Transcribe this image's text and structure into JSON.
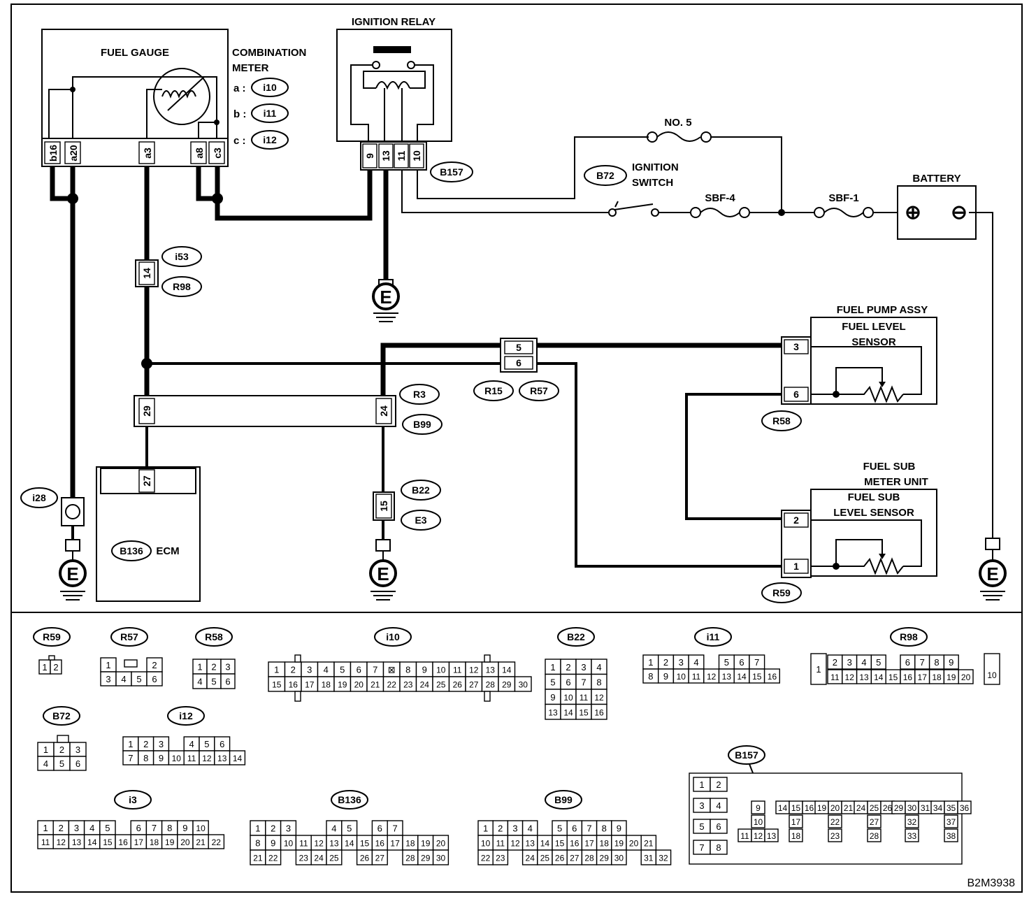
{
  "labels": {
    "fuel_gauge": "FUEL GAUGE",
    "combination_meter_1": "COMBINATION",
    "combination_meter_2": "METER",
    "ignition_relay": "IGNITION RELAY",
    "fuse_no5": "NO. 5",
    "ignition_switch_1": "IGNITION",
    "ignition_switch_2": "SWITCH",
    "sbf4": "SBF-4",
    "sbf1": "SBF-1",
    "battery": "BATTERY",
    "fuel_pump_assy": "FUEL PUMP ASSY",
    "fuel_level_sensor_1": "FUEL LEVEL",
    "fuel_level_sensor_2": "SENSOR",
    "fuel_sub_meter_1": "FUEL SUB",
    "fuel_sub_meter_2": "METER UNIT",
    "fuel_sub_level_1": "FUEL SUB",
    "fuel_sub_level_2": "LEVEL SENSOR",
    "ecm": "ECM",
    "figure_code": "B2M3938"
  },
  "meter_connectors": [
    {
      "key": "a :",
      "id": "i10"
    },
    {
      "key": "b :",
      "id": "i11"
    },
    {
      "key": "c :",
      "id": "i12"
    }
  ],
  "meter_pins": [
    "b16",
    "a20",
    "a3",
    "a8",
    "c3"
  ],
  "relay_pins": [
    "9",
    "13",
    "11",
    "10"
  ],
  "pins": {
    "i53_r98": "14",
    "r15_5": "5",
    "r15_6": "6",
    "r3_29": "29",
    "r3_24": "24",
    "ecm_27": "27",
    "b22_15": "15",
    "r58_3": "3",
    "r58_6": "6",
    "r59_2": "2",
    "r59_1": "1"
  },
  "connector_ids": {
    "b157": "B157",
    "b72": "B72",
    "i53": "i53",
    "r98": "R98",
    "r3": "R3",
    "b99": "B99",
    "r15": "R15",
    "r57": "R57",
    "r58": "R58",
    "b22": "B22",
    "e3": "E3",
    "i28": "i28",
    "b136": "B136",
    "r59": "R59"
  },
  "ground_letter": "E",
  "battery_terminals": {
    "plus": "⊕",
    "minus": "⊖"
  },
  "views": {
    "R59": [
      [
        "1",
        "2"
      ]
    ],
    "R57": [
      [
        "1",
        "",
        "",
        "2"
      ],
      [
        "3",
        "4",
        "5",
        "6"
      ]
    ],
    "R58": [
      [
        "1",
        "2",
        "3"
      ],
      [
        "4",
        "5",
        "6"
      ]
    ],
    "i10": [
      [
        "1",
        "2",
        "3",
        "4",
        "5",
        "6",
        "7",
        "⊠",
        "8",
        "9",
        "10",
        "11",
        "12",
        "13",
        "14"
      ],
      [
        "15",
        "16",
        "17",
        "18",
        "19",
        "20",
        "21",
        "22",
        "23",
        "24",
        "25",
        "26",
        "27",
        "28",
        "29",
        "30"
      ]
    ],
    "B22": [
      [
        "1",
        "2",
        "3",
        "4"
      ],
      [
        "5",
        "6",
        "7",
        "8"
      ],
      [
        "9",
        "10",
        "11",
        "12"
      ],
      [
        "13",
        "14",
        "15",
        "16"
      ]
    ],
    "i11": [
      [
        "1",
        "2",
        "3",
        "4",
        "",
        "5",
        "6",
        "7"
      ],
      [
        "8",
        "9",
        "10",
        "11",
        "12",
        "13",
        "14",
        "15",
        "16"
      ]
    ],
    "R98_left": "1",
    "R98_top": [
      "2",
      "3",
      "4",
      "5",
      "",
      "6",
      "7",
      "8",
      "9"
    ],
    "R98_bottom": [
      "11",
      "12",
      "13",
      "14",
      "15",
      "16",
      "17",
      "18",
      "19",
      "20"
    ],
    "R98_right": "10",
    "B72": [
      [
        "1",
        "2",
        "3"
      ],
      [
        "4",
        "5",
        "6"
      ]
    ],
    "i12": [
      [
        "1",
        "2",
        "3",
        "",
        "4",
        "5",
        "6"
      ],
      [
        "7",
        "8",
        "9",
        "10",
        "11",
        "12",
        "13",
        "14"
      ]
    ],
    "i3": [
      [
        "1",
        "2",
        "3",
        "4",
        "5",
        "",
        "6",
        "7",
        "8",
        "9",
        "10"
      ],
      [
        "11",
        "12",
        "13",
        "14",
        "15",
        "16",
        "17",
        "18",
        "19",
        "20",
        "21",
        "22"
      ]
    ],
    "B136": [
      [
        "1",
        "2",
        "3",
        "",
        "",
        "4",
        "5",
        "",
        "6",
        "7"
      ],
      [
        "8",
        "9",
        "10",
        "11",
        "12",
        "13",
        "14",
        "15",
        "16",
        "17",
        "18",
        "19",
        "20"
      ],
      [
        "21",
        "22",
        "",
        "23",
        "24",
        "25",
        "",
        "26",
        "27",
        "",
        "28",
        "29",
        "30"
      ]
    ],
    "B99": [
      [
        "1",
        "2",
        "3",
        "4",
        "",
        "5",
        "6",
        "7",
        "8",
        "9"
      ],
      [
        "10",
        "11",
        "12",
        "13",
        "14",
        "15",
        "16",
        "17",
        "18",
        "19",
        "20",
        "21"
      ],
      [
        "22",
        "23",
        "",
        "24",
        "25",
        "26",
        "27",
        "28",
        "29",
        "30",
        "",
        "31",
        "32"
      ]
    ],
    "B157_pairs": [
      [
        "1",
        "2"
      ],
      [
        "3",
        "4"
      ],
      [
        "5",
        "6"
      ],
      [
        "7",
        "8"
      ]
    ],
    "B157_groups": [
      [
        "9",
        "10",
        "11",
        "12",
        "13"
      ],
      [
        "14",
        "15",
        "16",
        "17",
        "18"
      ],
      [
        "19",
        "20",
        "21",
        "22",
        "23"
      ],
      [
        "24",
        "25",
        "26",
        "27",
        "28"
      ],
      [
        "29",
        "30",
        "31",
        "32",
        "33"
      ],
      [
        "34",
        "35",
        "36",
        "37",
        "38"
      ]
    ]
  }
}
